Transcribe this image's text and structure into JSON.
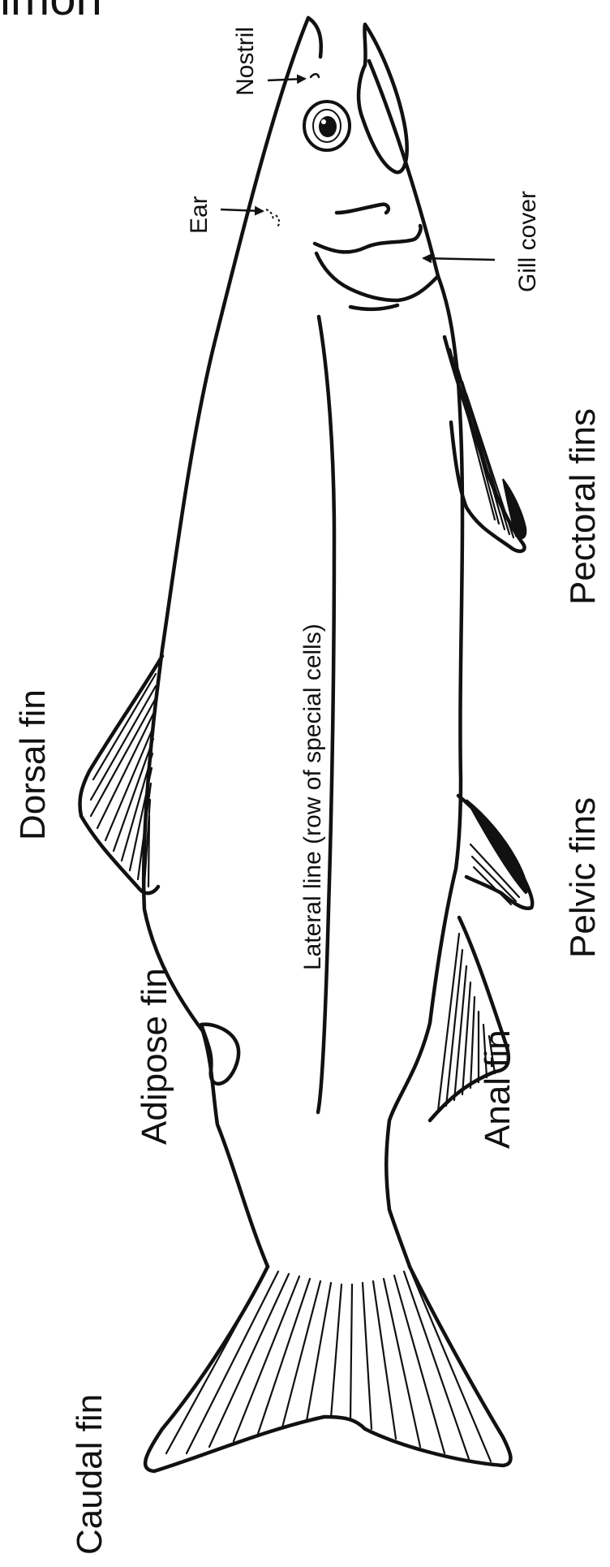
{
  "title_fragment": "lmon",
  "labels": {
    "nostril": "Nostril",
    "ear": "Ear",
    "gill_cover": "Gill cover",
    "lateral_line": "Lateral line (row of special cells)",
    "pectoral_fins": "Pectoral fins",
    "pelvic_fins": "Pelvic fins",
    "dorsal_fin": "Dorsal fin",
    "adipose_fin": "Adipose fin",
    "anal_fin": "Anal fin",
    "caudal_fin": "Caudal fin"
  },
  "colors": {
    "ink": "#111111",
    "paper": "#ffffff"
  }
}
